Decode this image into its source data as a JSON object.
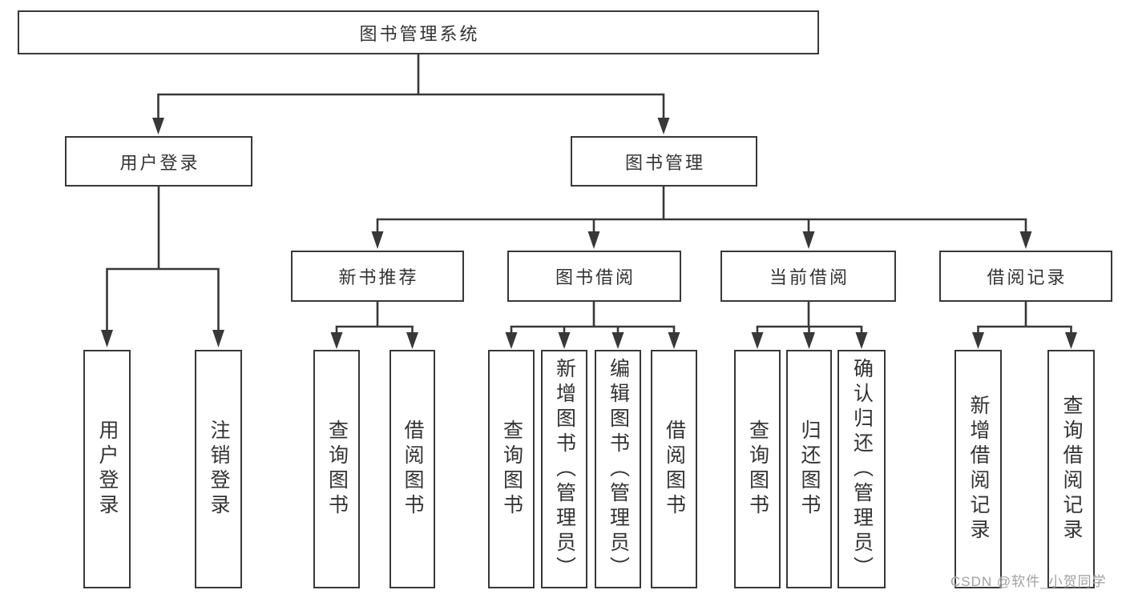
{
  "diagram": {
    "root": {
      "label": "图书管理系统",
      "children": [
        {
          "label": "用户登录",
          "children": [
            {
              "label": "用户登录"
            },
            {
              "label": "注销登录"
            }
          ]
        },
        {
          "label": "图书管理",
          "children": [
            {
              "label": "新书推荐",
              "children": [
                {
                  "label": "查询图书"
                },
                {
                  "label": "借阅图书"
                }
              ]
            },
            {
              "label": "图书借阅",
              "children": [
                {
                  "label": "查询图书"
                },
                {
                  "label": "新增图书（管理员）"
                },
                {
                  "label": "编辑图书（管理员）"
                },
                {
                  "label": "借阅图书"
                }
              ]
            },
            {
              "label": "当前借阅",
              "children": [
                {
                  "label": "查询图书"
                },
                {
                  "label": "归还图书"
                },
                {
                  "label": "确认归还（管理员）"
                }
              ]
            },
            {
              "label": "借阅记录",
              "children": [
                {
                  "label": "新增借阅记录"
                },
                {
                  "label": "查询借阅记录"
                }
              ]
            }
          ]
        }
      ]
    },
    "colors": {
      "line": "#383838",
      "box_border": "#383838",
      "box_fill": "#ffffff",
      "text": "#333333",
      "background": "#ffffff",
      "watermark": "#a0a0a0"
    }
  },
  "watermark": {
    "text": "CSDN @软件_小贺同学"
  }
}
